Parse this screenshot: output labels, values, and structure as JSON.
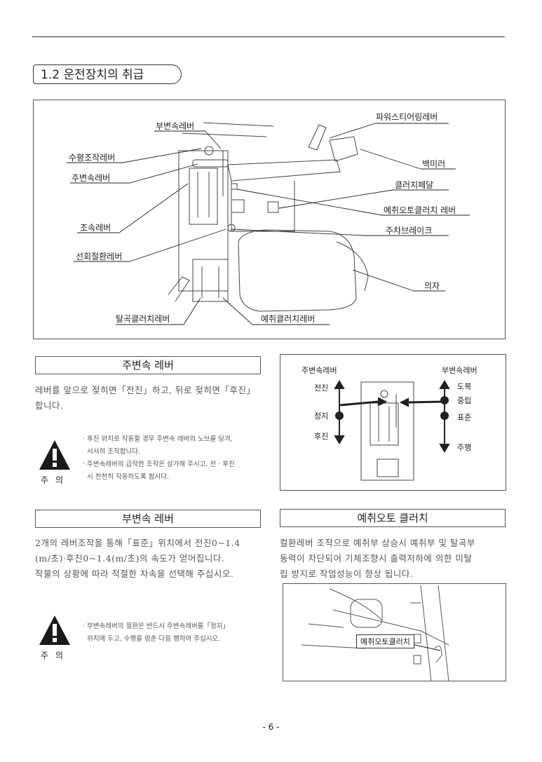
{
  "section_title": "1.2 운전장치의 취급",
  "main_diagram": {
    "labels": {
      "sub_shift_lever": "부변속레버",
      "power_steering_lever": "파워스티어링레버",
      "horizontal_control_lever": "수평조작레버",
      "main_shift_lever": "주변속레버",
      "rear_mirror": "백미러",
      "clutch_pedal": "클러치페달",
      "reaper_auto_clutch_lever": "예취오토클러치 레버",
      "parking_brake": "주차브레이크",
      "speed_control_lever": "조속레버",
      "turn_switch_lever": "선회절환레버",
      "seat": "의자",
      "threshing_clutch_lever": "탈곡클러치레버",
      "reaper_clutch_lever": "예취클러치레버"
    }
  },
  "main_shift": {
    "heading": "주변속 레버",
    "text": "레버를 앞으로 젖히면「전진」하고, 뒤로 젖히면「후진」합니다.",
    "caution_lines": [
      "· 후진 위치로 작동할 경우 주변속 레버의 노브를 당겨,",
      "서서히 조작합니다.",
      "· 주변속레버의 급작한 조작은 삼가해 주시고, 전 · 후진",
      "시 천천히 작동하도록 합시다."
    ],
    "caution_label": "주의"
  },
  "lever_diagram": {
    "left_title": "주변속레버",
    "left_positions": [
      "전진",
      "정지",
      "후진"
    ],
    "right_title": "부변속레버",
    "right_positions": [
      "도복",
      "중립",
      "표준",
      "주행"
    ]
  },
  "sub_shift": {
    "heading": "부변속 레버",
    "text_lines": [
      "2개의 레버조작을 통해「표준」위치에서 전진0~1.4",
      "(m/초)·후진0~1.4(m/초)의 속도가 얻어집니다.",
      "작물의 상황에 따라 적절한 차속을 선택해 주십시오."
    ],
    "caution_lines": [
      "· 부변속레버의 절환은 반드시 주변속레버를「정지」",
      "위치에 두고, 수행을 멈춘 다음 행하여 주십시오."
    ],
    "caution_label": "주의"
  },
  "auto_clutch": {
    "heading": "예취오토 클러치",
    "text_lines": [
      "컬환레버 조작으로 예취부 상승시 예취부 및 탈곡부",
      "동력이 차단되어 기체조향시 출력저하에 의한 미탈",
      "립 방지로 작업성능이 향상 됩니다."
    ],
    "photo_label": "예취오토클러치"
  },
  "page_number": "- 6 -"
}
